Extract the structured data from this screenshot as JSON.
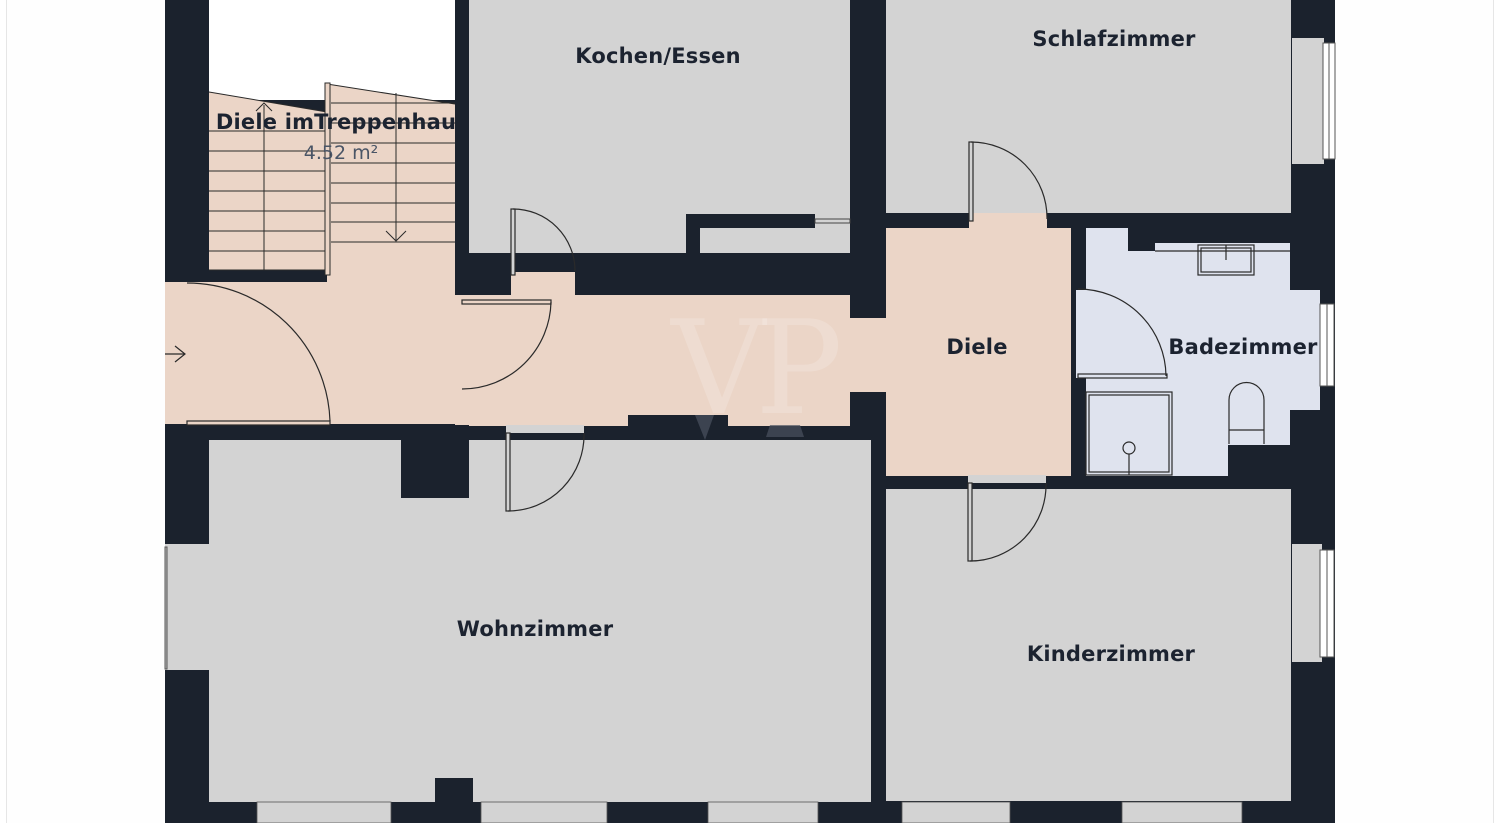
{
  "plan": {
    "colors": {
      "wall": "#1b222d",
      "room": "#d3d3d3",
      "hallway": "#ebd5c7",
      "bathroom": "#dfe3ee",
      "background": "#ffffff",
      "label": "#1c2330"
    },
    "watermark": "VP",
    "entrance_icon": "arrow-right-icon",
    "rooms": [
      {
        "id": "diele-treppenhaus",
        "label": "Diele imTreppenhau",
        "area": "4.52 m²"
      },
      {
        "id": "kochen-essen",
        "label": "Kochen/Essen"
      },
      {
        "id": "schlafzimmer",
        "label": "Schlafzimmer"
      },
      {
        "id": "diele",
        "label": "Diele"
      },
      {
        "id": "badezimmer",
        "label": "Badezimmer"
      },
      {
        "id": "wohnzimmer",
        "label": "Wohnzimmer"
      },
      {
        "id": "kinderzimmer",
        "label": "Kinderzimmer"
      }
    ]
  }
}
